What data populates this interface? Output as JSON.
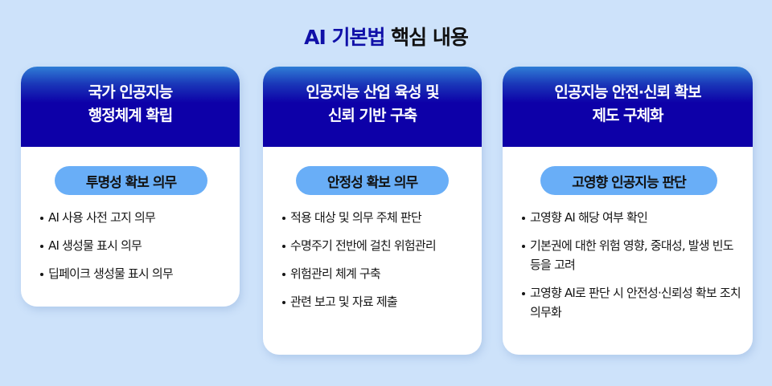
{
  "title": {
    "accent": "AI 기본법",
    "rest": "핵심 내용"
  },
  "colors": {
    "background": "#cde2fa",
    "header_navy": "#0d00a8",
    "header_top": "#2f7dd6",
    "pill": "#69aef7",
    "title_accent": "#1010a8"
  },
  "cards": [
    {
      "header_lines": [
        "국가 인공지능",
        "행정체계 확립"
      ],
      "pill": "투명성 확보 의무",
      "items": [
        "AI 사용 사전 고지 의무",
        "AI 생성물 표시 의무",
        "딥페이크 생성물 표시 의무"
      ]
    },
    {
      "header_lines": [
        "인공지능 산업 육성 및",
        "신뢰 기반 구축"
      ],
      "pill": "안정성 확보 의무",
      "items": [
        "적용 대상 및 의무 주체 판단",
        "수명주기 전반에 걸친 위험관리",
        "위험관리 체계 구축",
        "관련 보고 및 자료 제출"
      ]
    },
    {
      "header_lines": [
        "인공지능 안전·신뢰 확보",
        "제도 구체화"
      ],
      "pill": "고영향 인공지능 판단",
      "items": [
        "고영향 AI 해당 여부 확인",
        "기본권에 대한 위험 영향, 중대성, 발생 빈도 등을 고려",
        "고영향 AI로 판단 시 안전성·신뢰성 확보 조치 의무화"
      ]
    }
  ]
}
